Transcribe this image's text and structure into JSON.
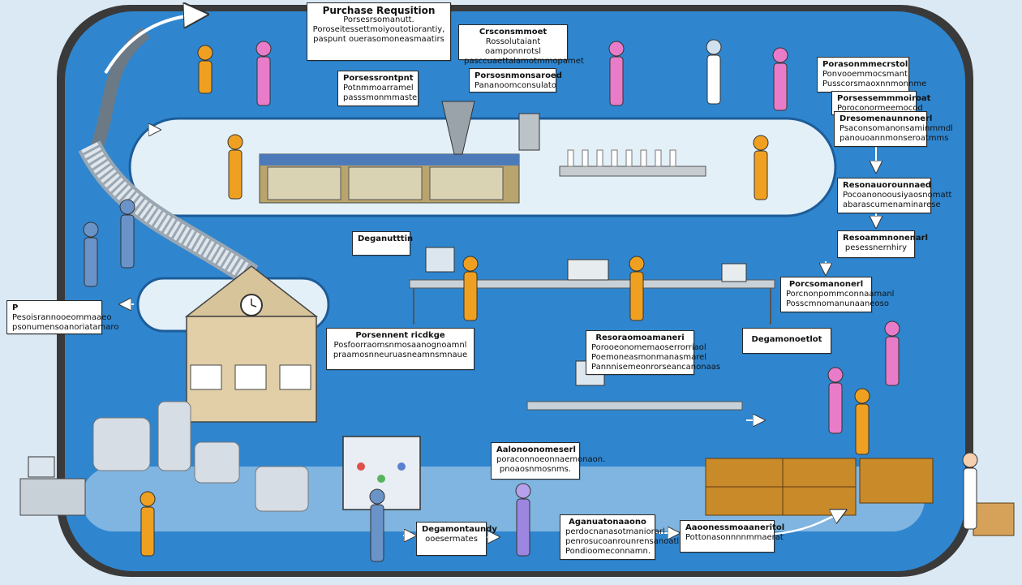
{
  "labels": {
    "purchase": {
      "title": "Purchase Requsition",
      "lines": [
        "Porsesrsomanutt.",
        "Poroseitessettmoiyoutotiorantiy,",
        "paspunt ouerasomoneasmaatirs"
      ]
    },
    "top_mid": {
      "title": "Crsconsmmoet",
      "lines": [
        "Rossolutaiant oamponnrotsl",
        "pasccuaettalamotmmopamet"
      ]
    },
    "top_left2": {
      "title": "Porsessrontpnt",
      "lines": [
        "Potnmmoarramel",
        "passsmonmmaste"
      ]
    },
    "top_mid2": {
      "title": "Porsosnmonsaroed",
      "lines": [
        "Pananoomconsulato"
      ]
    },
    "right1": {
      "title": "Porasonmmecrstol",
      "lines": [
        "Ponvooemmocsmant",
        "Pusscorsmaoxnnmonnme"
      ]
    },
    "right2": {
      "title": "Porsessemmmoiroat",
      "lines": [
        "Poroconormeemocod"
      ]
    },
    "right3": {
      "title": "Dresomenaunnonerl",
      "lines": [
        "Psaconsomanonsaminmmdl",
        "panouoannmonseroatmms"
      ]
    },
    "right4": {
      "title": "Resonauorounnaed",
      "lines": [
        "Pocoanonoousiyaosnomatt",
        "abarascumenaminarese"
      ]
    },
    "right5": {
      "title": "Resoammnonenarl",
      "lines": [
        "pesessnernhiry"
      ]
    },
    "right6": {
      "title": "Porcsomanonerl",
      "lines": [
        "Porcnonpommconnaamanl",
        "Posscmnomanunaaneoso"
      ]
    },
    "dept1": {
      "title": "Deganutttin",
      "lines": []
    },
    "left_side": {
      "title": "P",
      "lines": [
        "Pesoisrannooeommaaeo",
        "psonumensoanoriatamaro"
      ]
    },
    "doc_center": {
      "title": "Porsennent ricdkge",
      "lines": [
        "Posfoorraomsnmosaanognoamnl",
        "praamosnneuruasneamnsmnaue"
      ]
    },
    "center2": {
      "title": "Resoraomoamaneri",
      "lines": [
        "Porooeonomemaoserrorriaol",
        "Poemoneasmonmanasmarel",
        "Pannnisemeonrorseancanonaas"
      ]
    },
    "dept_right": {
      "title": "Degamonoetlot",
      "lines": []
    },
    "bottom1": {
      "title": "Aalonoonomeserl",
      "lines": [
        "poraconnoeonnaemonaon.",
        "pnoaosnmosnms."
      ]
    },
    "bottom2": {
      "title": "Degamontaundy",
      "lines": [
        "ooesermates"
      ]
    },
    "bottom3": {
      "title": "Aganuatonaaono",
      "lines": [
        "perdocnanasotmaniorarl",
        "penrosucoanrounrensanoatl",
        "Pondioomeconnamn."
      ]
    },
    "bottom4": {
      "title": "Aaoonessmoaaneritol",
      "lines": [
        "Pottonasonnnnmmaerat"
      ]
    }
  },
  "icons": [
    "gear-icon",
    "clock-icon",
    "monitor-icon",
    "arrow-icon"
  ],
  "colors": {
    "track": "#2e7dc4",
    "track_dark": "#1d5c99",
    "lane": "#e3f0f8",
    "border": "#1a1a1a",
    "box_fill": "#ffffff",
    "person_orange": "#f0a020",
    "person_pink": "#e87cc8",
    "person_blue": "#6a93c8",
    "building": "#e2cfa8",
    "crate": "#c98a2a"
  }
}
